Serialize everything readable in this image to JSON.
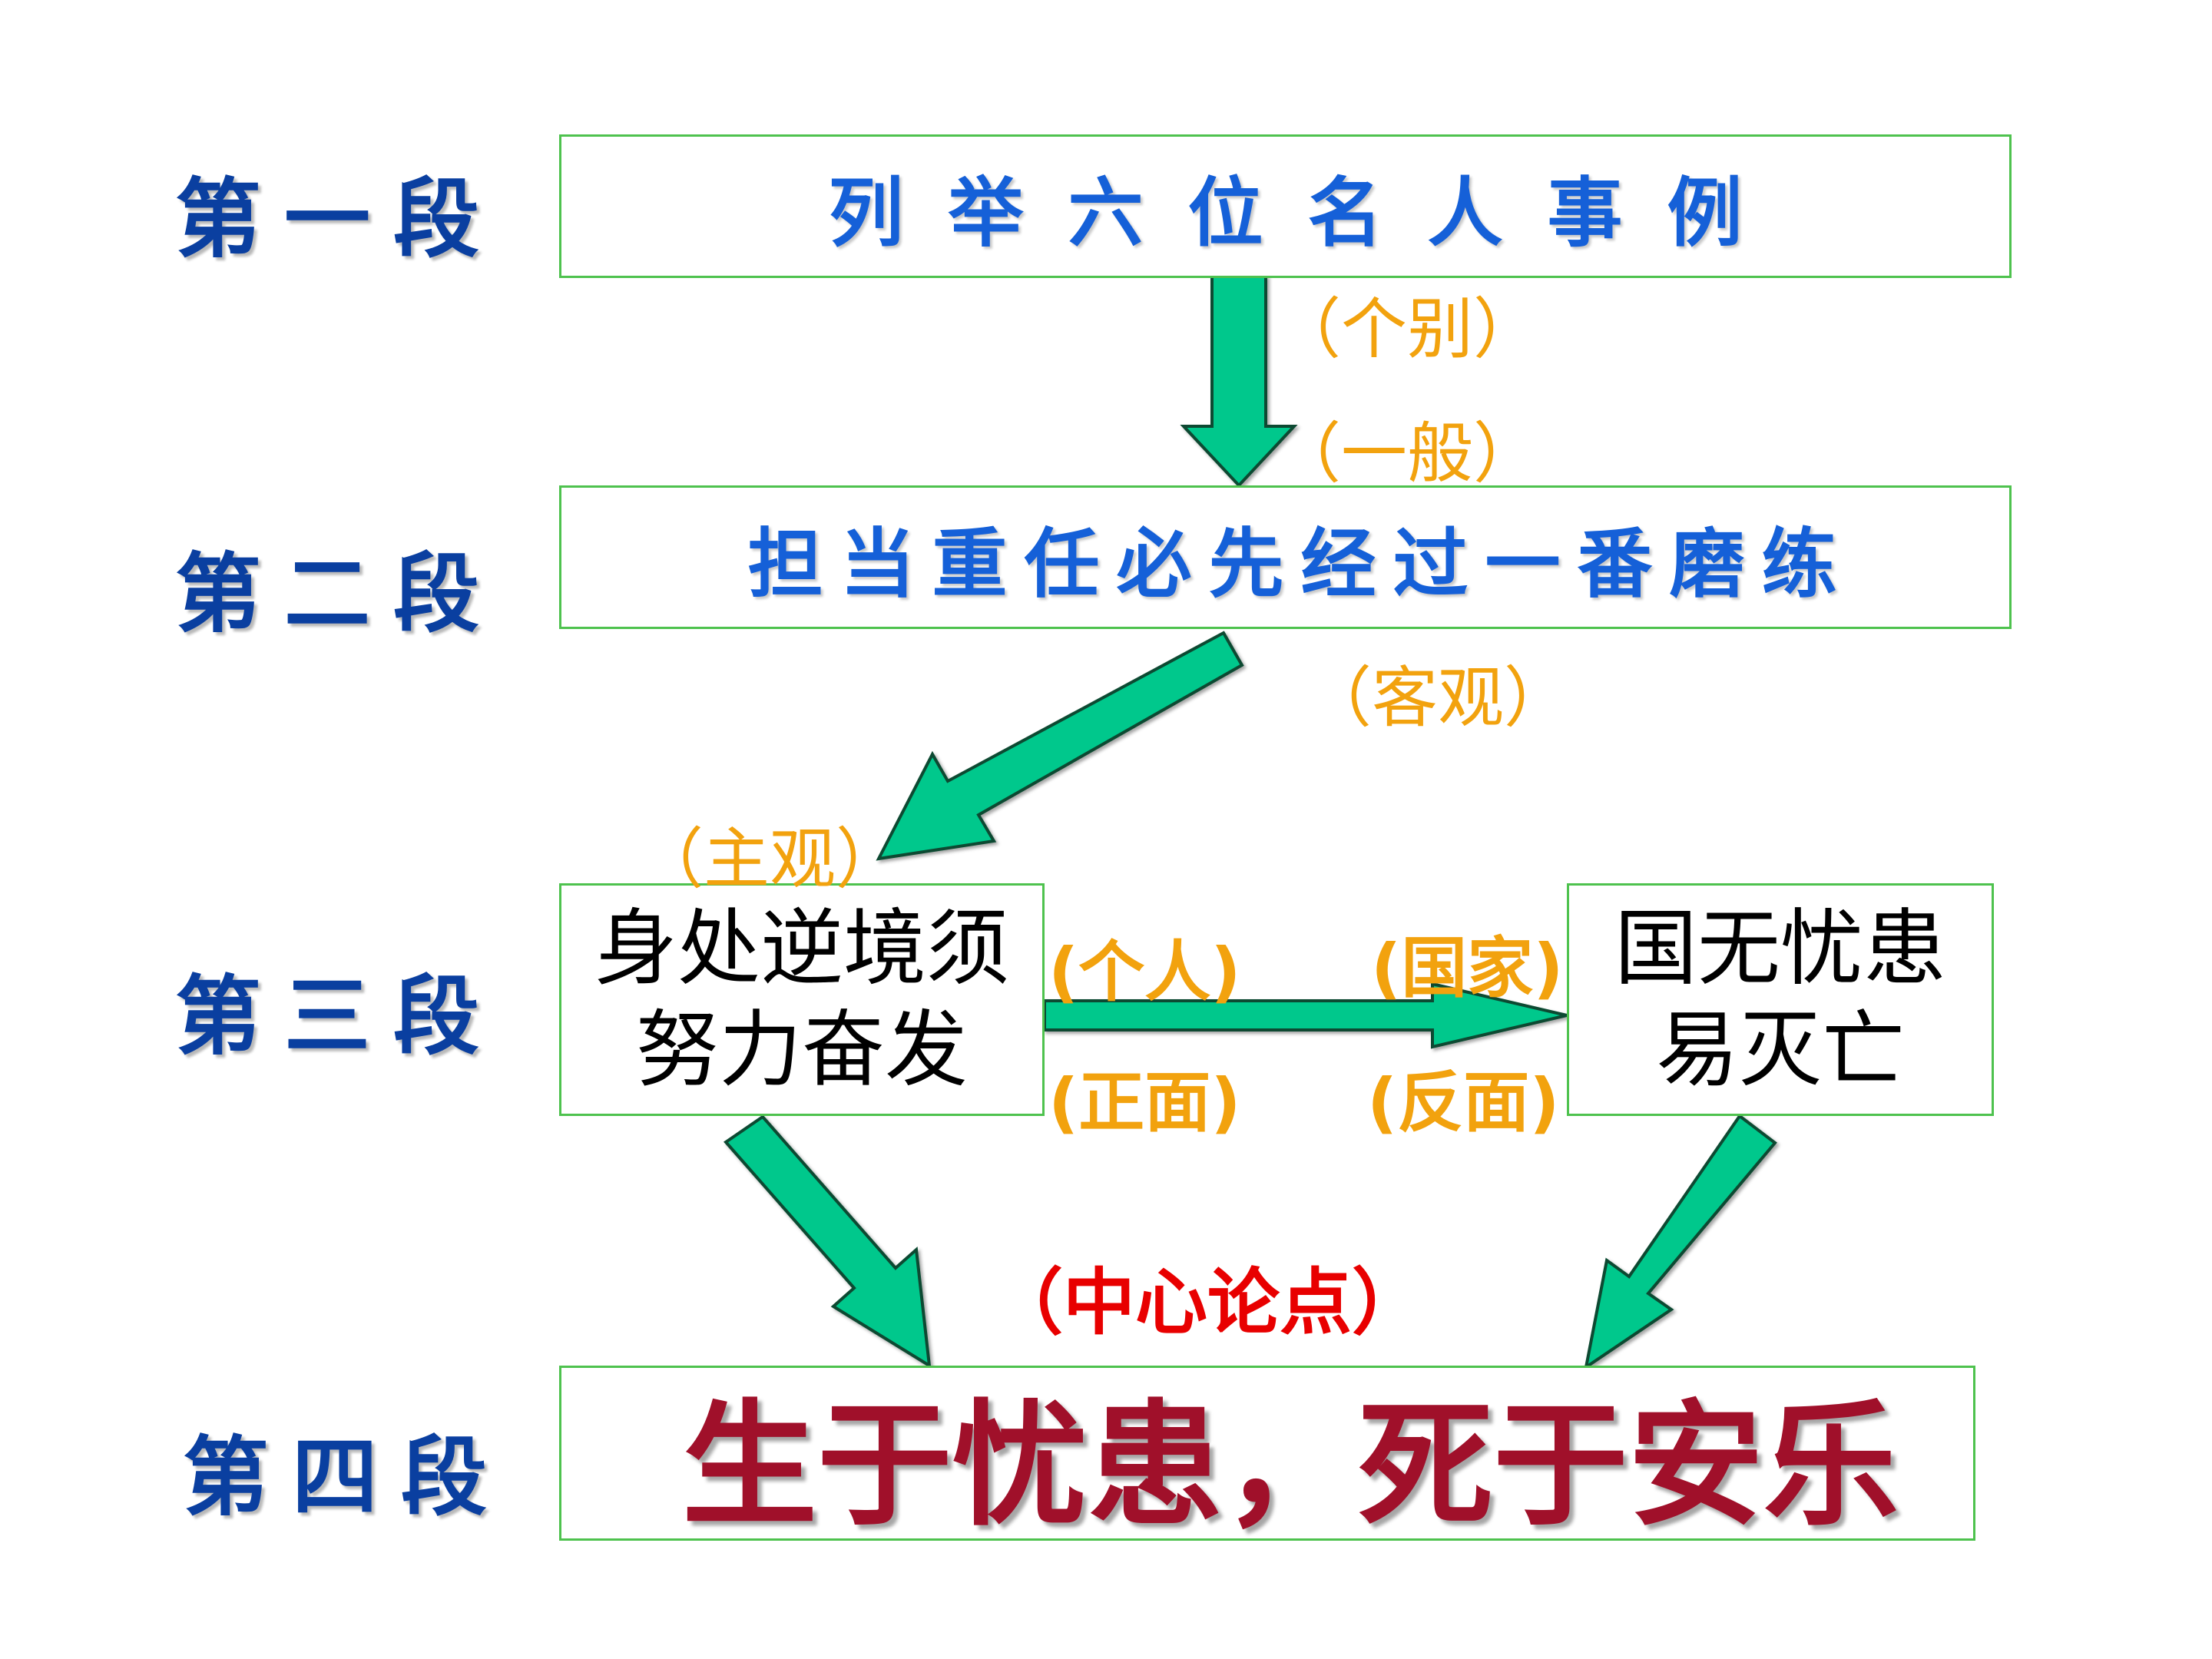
{
  "segments": [
    "第一段",
    "第二段",
    "第三段",
    "第四段"
  ],
  "boxes": {
    "box1": "列举六位名人事例",
    "box2": "担当重任必先经过一番磨练",
    "box3_line1": "身处逆境须",
    "box3_line2": "努力奋发",
    "box4_line1": "国无忧患",
    "box4_line2": "易灭亡",
    "box5": "生于忧患，死于安乐"
  },
  "notes": {
    "individual": "（个别）",
    "general": "（一般）",
    "objective": "（客观）",
    "subjective": "（主观）",
    "personal": "(个人)",
    "positive": "(正面)",
    "national": "(国家)",
    "negative": "(反面)",
    "central_point": "（中心论点）"
  },
  "colors": {
    "box_border": "#4ec24e",
    "arrow_fill": "#00c88c",
    "segment_text": "#0a3fa0",
    "blue_title": "#1560d8",
    "note_orange": "#f2a20e",
    "note_red": "#e80000",
    "maroon_title": "#a0102a"
  }
}
